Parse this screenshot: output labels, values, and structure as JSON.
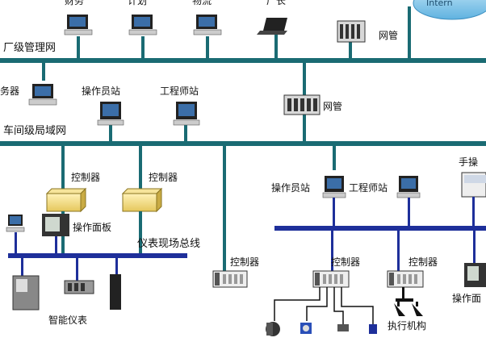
{
  "top_devices": [
    "财务",
    "计划",
    "物流",
    "厂长"
  ],
  "top_network": {
    "gateway": "网管",
    "cloud": "Intern",
    "bus_label": "厂级管理网"
  },
  "workshop": {
    "server_label": "务器",
    "operator": "操作员站",
    "engineer": "工程师站",
    "gateway": "网管",
    "bus_label": "车间级局域网"
  },
  "field_left": {
    "controller_a": "控制器",
    "controller_b": "控制器",
    "panel": "操作面板",
    "bus_label": "仪表现场总线",
    "smart_instruments": "智能仪表"
  },
  "controller_mid": "控制器",
  "right_block": {
    "operator": "操作员站",
    "engineer": "工程师站",
    "handheld": "手操",
    "controller_a": "控制器",
    "controller_b": "控制器",
    "actuator": "执行机构",
    "panel": "操作面"
  },
  "colors": {
    "bus": "#1a6b73",
    "field_bus": "#1e2f9a",
    "drop": "#1a6b73"
  }
}
